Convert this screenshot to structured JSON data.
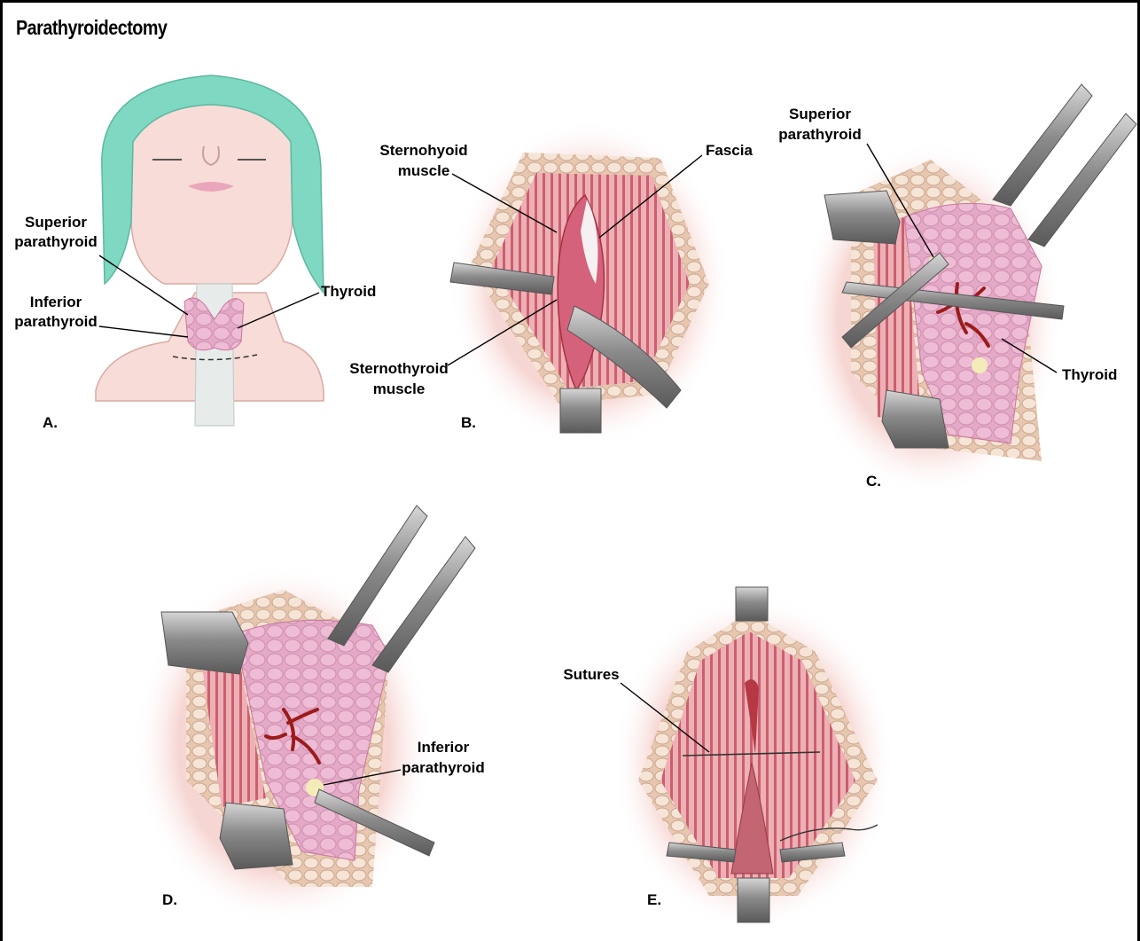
{
  "title": "Parathyroidectomy",
  "panels": {
    "a": {
      "letter": "A.",
      "labels": {
        "superior_1": "Superior",
        "superior_2": "parathyroid",
        "inferior_1": "Inferior",
        "inferior_2": "parathyroid",
        "thyroid": "Thyroid"
      }
    },
    "b": {
      "letter": "B.",
      "labels": {
        "sternohyoid_1": "Sternohyoid",
        "sternohyoid_2": "muscle",
        "fascia": "Fascia",
        "sternothyroid_1": "Sternothyroid",
        "sternothyroid_2": "muscle"
      }
    },
    "c": {
      "letter": "C.",
      "labels": {
        "superior_1": "Superior",
        "superior_2": "parathyroid",
        "thyroid": "Thyroid"
      }
    },
    "d": {
      "letter": "D.",
      "labels": {
        "inferior_1": "Inferior",
        "inferior_2": "parathyroid"
      }
    },
    "e": {
      "letter": "E.",
      "labels": {
        "sutures": "Sutures"
      }
    }
  },
  "colors": {
    "skin": "#f7d9d6",
    "cap": "#7fd8c2",
    "muscle": "#e9a0a8",
    "muscle_dark": "#b53844",
    "thyroid": "#e0a2c0",
    "fat": "#f0d7c4",
    "metal": "#8c8c8c",
    "vessel": "#9c1b1b"
  }
}
